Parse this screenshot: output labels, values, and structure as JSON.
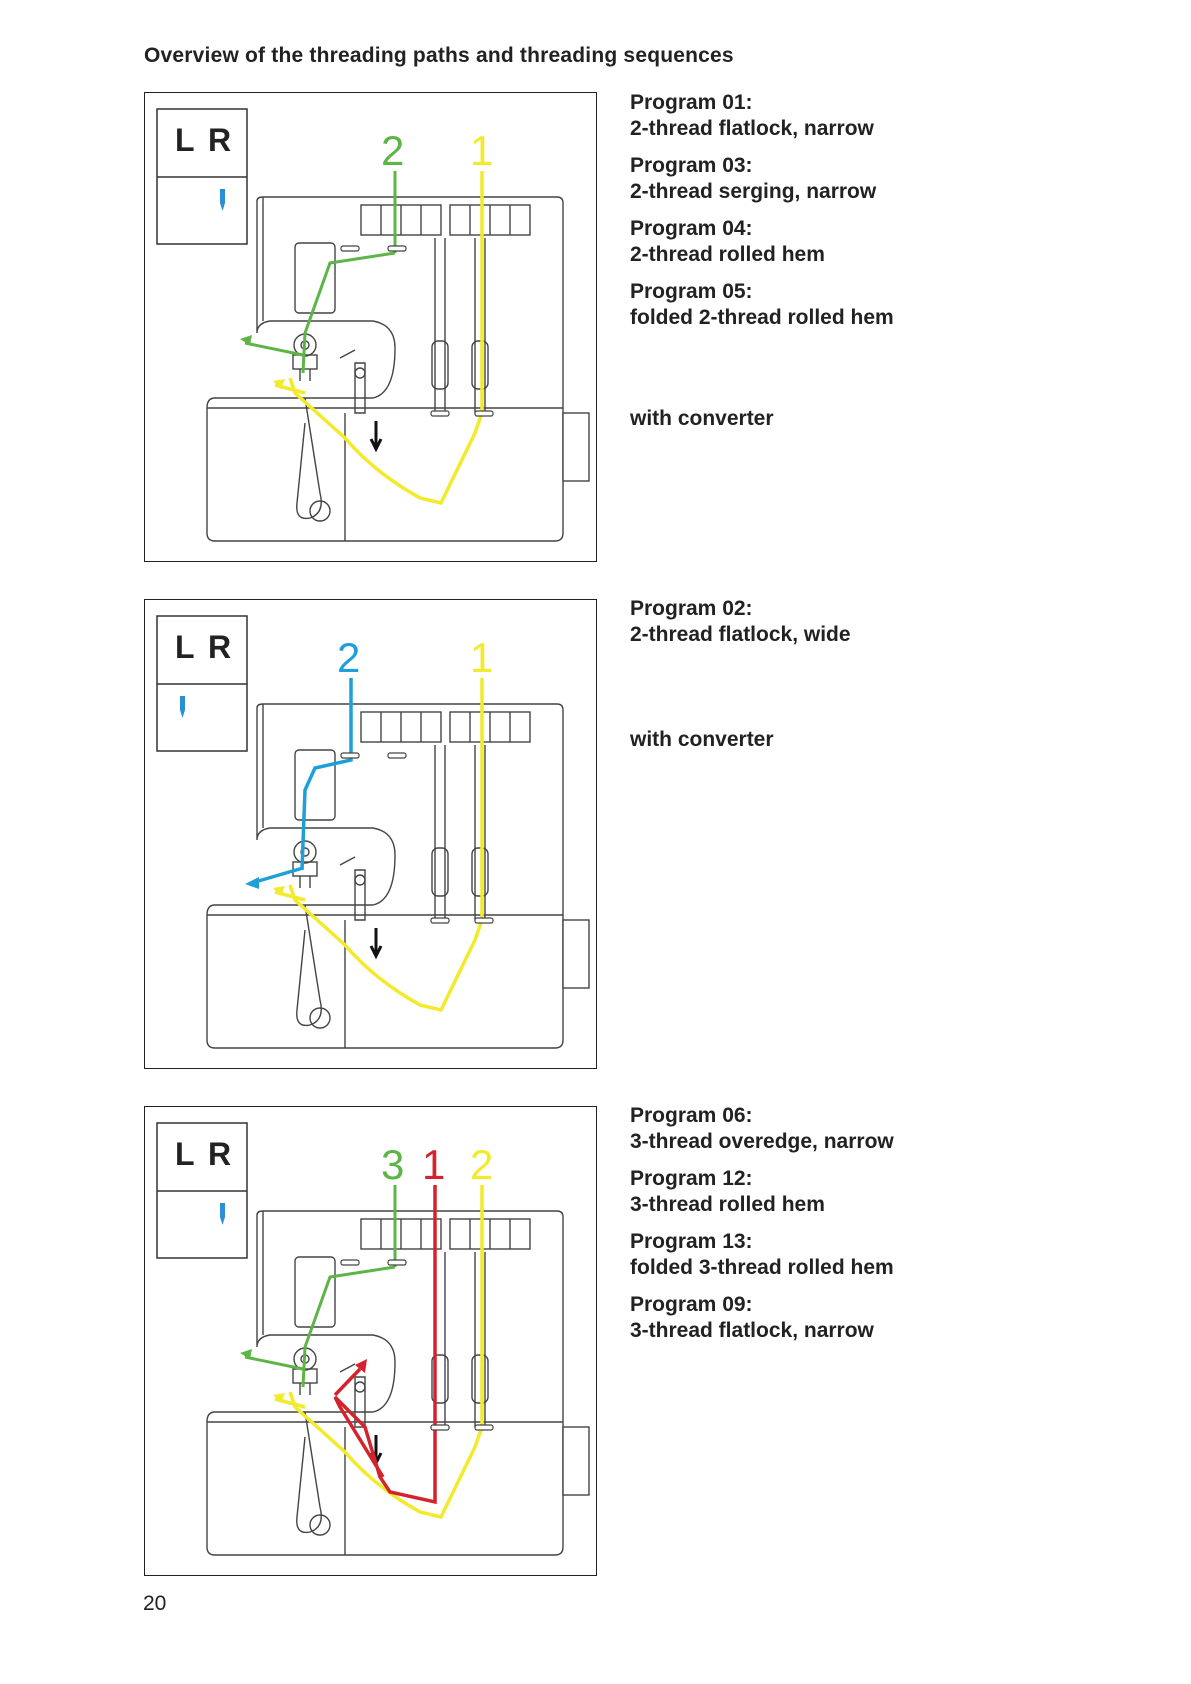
{
  "page": {
    "title": "Overview of the threading paths and threading sequences",
    "page_number": "20"
  },
  "colors": {
    "yellow": "#f2ea2a",
    "green": "#5cb546",
    "blue": "#1f9fd8",
    "red": "#d5232e",
    "needle_blue": "#2b8fd6"
  },
  "panels": [
    {
      "selector": {
        "left": "L",
        "right": "R",
        "needle_side": "right"
      },
      "thread_numbers": [
        {
          "text": "2",
          "color": "green"
        },
        {
          "text": "1",
          "color": "yellow"
        }
      ],
      "programs": [
        {
          "name": "Program 01:",
          "desc": "2-thread flatlock, narrow"
        },
        {
          "name": "Program 03:",
          "desc": "2-thread serging, narrow"
        },
        {
          "name": "Program 04:",
          "desc": "2-thread rolled hem"
        },
        {
          "name": "Program 05:",
          "desc": "folded 2-thread rolled hem"
        }
      ],
      "note": "with converter"
    },
    {
      "selector": {
        "left": "L",
        "right": "R",
        "needle_side": "left"
      },
      "thread_numbers": [
        {
          "text": "2",
          "color": "blue"
        },
        {
          "text": "1",
          "color": "yellow"
        }
      ],
      "programs": [
        {
          "name": "Program 02:",
          "desc": "2-thread flatlock, wide"
        }
      ],
      "note": "with converter"
    },
    {
      "selector": {
        "left": "L",
        "right": "R",
        "needle_side": "right"
      },
      "thread_numbers": [
        {
          "text": "3",
          "color": "green"
        },
        {
          "text": "1",
          "color": "red"
        },
        {
          "text": "2",
          "color": "yellow"
        }
      ],
      "programs": [
        {
          "name": "Program 06:",
          "desc": "3-thread overedge, narrow"
        },
        {
          "name": "Program 12:",
          "desc": "3-thread rolled hem"
        },
        {
          "name": "Program 13:",
          "desc": "folded 3-thread rolled hem"
        },
        {
          "name": "Program 09:",
          "desc": "3-thread flatlock, narrow"
        }
      ]
    }
  ]
}
